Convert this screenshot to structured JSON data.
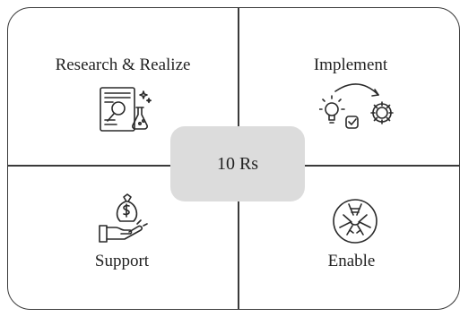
{
  "quadrants": {
    "top_left": {
      "label": "Research & Realize",
      "icon": "research-lab-icon"
    },
    "top_right": {
      "label": "Implement",
      "icon": "idea-to-gear-icon"
    },
    "bottom_left": {
      "label": "Support",
      "icon": "money-bag-hand-icon"
    },
    "bottom_right": {
      "label": "Enable",
      "icon": "joined-hands-icon"
    }
  },
  "center": {
    "label": "10 Rs"
  },
  "colors": {
    "line": "#3a3a3a",
    "center_fill": "#dcdcdc"
  }
}
